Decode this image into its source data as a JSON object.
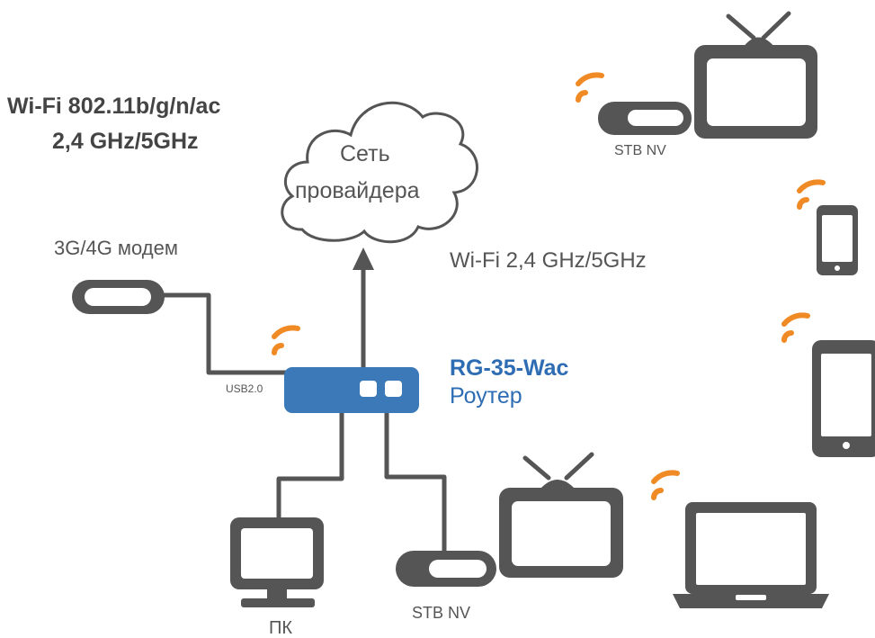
{
  "labels": {
    "wifi_standard": "Wi-Fi 802.11b/g/n/ac",
    "wifi_bands": "2,4 GHz/5GHz",
    "cloud_line1": "Сеть",
    "cloud_line2": "провайдера",
    "modem": "3G/4G модем",
    "wifi_link": "Wi-Fi 2,4 GHz/5GHz",
    "router_model": "RG-35-Wac",
    "router_role": "Роутер",
    "usb": "USB2.0",
    "stb_top": "STB NV",
    "stb_bottom": "STB NV",
    "pc": "ПК"
  },
  "colors": {
    "device": "#555555",
    "accent": "#F08A24",
    "router": "#3B79B8",
    "router_text": "#2E6DB4",
    "text": "#555555",
    "heading": "#444444"
  },
  "icons": [
    "cloud-icon",
    "modem-icon",
    "router-icon",
    "tv-icon",
    "stb-icon",
    "smartphone-icon",
    "tablet-icon",
    "laptop-icon",
    "monitor-icon",
    "wifi-signal-icon"
  ]
}
